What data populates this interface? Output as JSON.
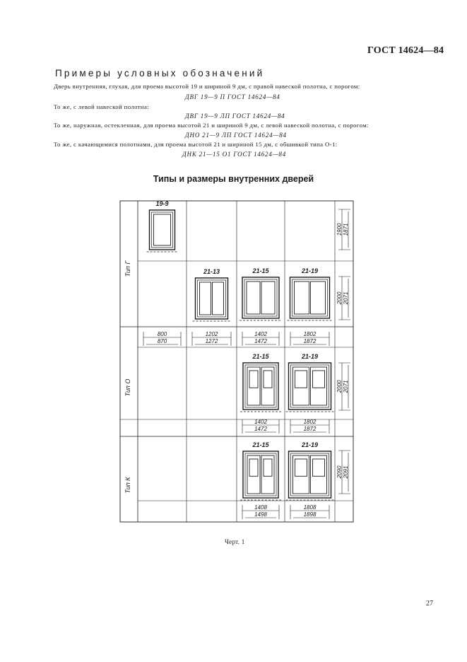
{
  "header": {
    "doc_code": "ГОСТ 14624—84"
  },
  "examples": {
    "heading": "Примеры условных обозначений",
    "items": [
      {
        "text": "Дверь внутренняя, глухая, для проема высотой 19 и шириной 9 дм, с правой навеской полотна, с порогом:",
        "code": "ДВГ 19—9 П ГОСТ 14624—84"
      },
      {
        "text": "То же, с левой навеской полотна:",
        "code": "ДВГ 19—9 ЛП ГОСТ 14624—84"
      },
      {
        "text": "То же, наружная, остекленная, для проема высотой 21 и шириной 9 дм, с левой навеской полотна, с порогом:",
        "code": "ДНО 21—9 ЛП ГОСТ 14624—84"
      },
      {
        "text": "То же, с качающимися полотнами, для проема высотой 21 и шириной 15 дм, с обшивкой типа О-1:",
        "code": "ДНК 21—15 О1 ГОСТ 14624—84"
      }
    ]
  },
  "section_title": "Типы и размеры внутренних дверей",
  "drawing": {
    "types": [
      {
        "label": "Тип Г",
        "doors": [
          {
            "mark": "19-9",
            "col": 0,
            "kind": "single",
            "w_outer": "800",
            "w_inner": "870"
          },
          {
            "mark": "21-13",
            "col": 1,
            "kind": "double",
            "w_outer": "1202",
            "w_inner": "1272"
          },
          {
            "mark": "21-15",
            "col": 2,
            "kind": "double",
            "w_outer": "1402",
            "w_inner": "1472"
          },
          {
            "mark": "21-19",
            "col": 3,
            "kind": "double",
            "w_outer": "1802",
            "w_inner": "1872"
          }
        ],
        "heights": [
          {
            "h1": "1900",
            "h2": "1871"
          },
          {
            "h1": "2000",
            "h2": "2071"
          }
        ]
      },
      {
        "label": "Тип О",
        "doors": [
          {
            "mark": "21-15",
            "col": 2,
            "kind": "glazed",
            "w_outer": "1402",
            "w_inner": "1472"
          },
          {
            "mark": "21-19",
            "col": 3,
            "kind": "glazed",
            "w_outer": "1802",
            "w_inner": "1872"
          }
        ],
        "heights": [
          {
            "h1": "2000",
            "h2": "2071"
          }
        ]
      },
      {
        "label": "Тип К",
        "doors": [
          {
            "mark": "21-15",
            "col": 2,
            "kind": "glazed",
            "w_outer": "1408",
            "w_inner": "1498"
          },
          {
            "mark": "21-19",
            "col": 3,
            "kind": "glazed",
            "w_outer": "1808",
            "w_inner": "1898"
          }
        ],
        "heights": [
          {
            "h1": "2090",
            "h2": "2091"
          }
        ]
      }
    ]
  },
  "caption": "Черт. 1",
  "page_number": "27"
}
